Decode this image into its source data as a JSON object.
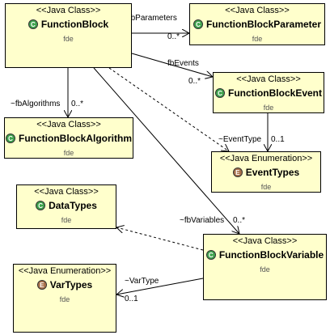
{
  "classes": {
    "function_block": {
      "stereotype": "<<Java Class>>",
      "name": "FunctionBlock",
      "package": "fde",
      "icon": "C"
    },
    "function_block_parameter": {
      "stereotype": "<<Java Class>>",
      "name": "FunctionBlockParameter",
      "package": "fde",
      "icon": "C"
    },
    "function_block_event": {
      "stereotype": "<<Java Class>>",
      "name": "FunctionBlockEvent",
      "package": "fde",
      "icon": "C"
    },
    "function_block_algorithm": {
      "stereotype": "<<Java Class>>",
      "name": "FunctionBlockAlgorithm",
      "package": "fde",
      "icon": "C"
    },
    "event_types": {
      "stereotype": "<<Java Enumeration>>",
      "name": "EventTypes",
      "package": "fde",
      "icon": "E"
    },
    "data_types": {
      "stereotype": "<<Java Class>>",
      "name": "DataTypes",
      "package": "fde",
      "icon": "C"
    },
    "function_block_variable": {
      "stereotype": "<<Java Class>>",
      "name": "FunctionBlockVariable",
      "package": "fde",
      "icon": "C"
    },
    "var_types": {
      "stereotype": "<<Java Enumeration>>",
      "name": "VarTypes",
      "package": "fde",
      "icon": "E"
    }
  },
  "edges": {
    "fb_parameters": {
      "role": "~fbParameters",
      "mult": "0..*"
    },
    "fb_events": {
      "role": "fbEvents",
      "mult": "0..*"
    },
    "fb_algorithms": {
      "role": "~fbAlgorithms",
      "mult": "0..*"
    },
    "event_type": {
      "role": "~EventType",
      "mult": "0..1"
    },
    "fb_variables": {
      "role": "~fbVariables",
      "mult": "0..*"
    },
    "var_type": {
      "role": "~VarType",
      "mult": "0..1"
    }
  },
  "colors": {
    "box_fill": "#ffffcc",
    "class_icon": "#3fa34d",
    "enum_icon": "#a8704a"
  }
}
